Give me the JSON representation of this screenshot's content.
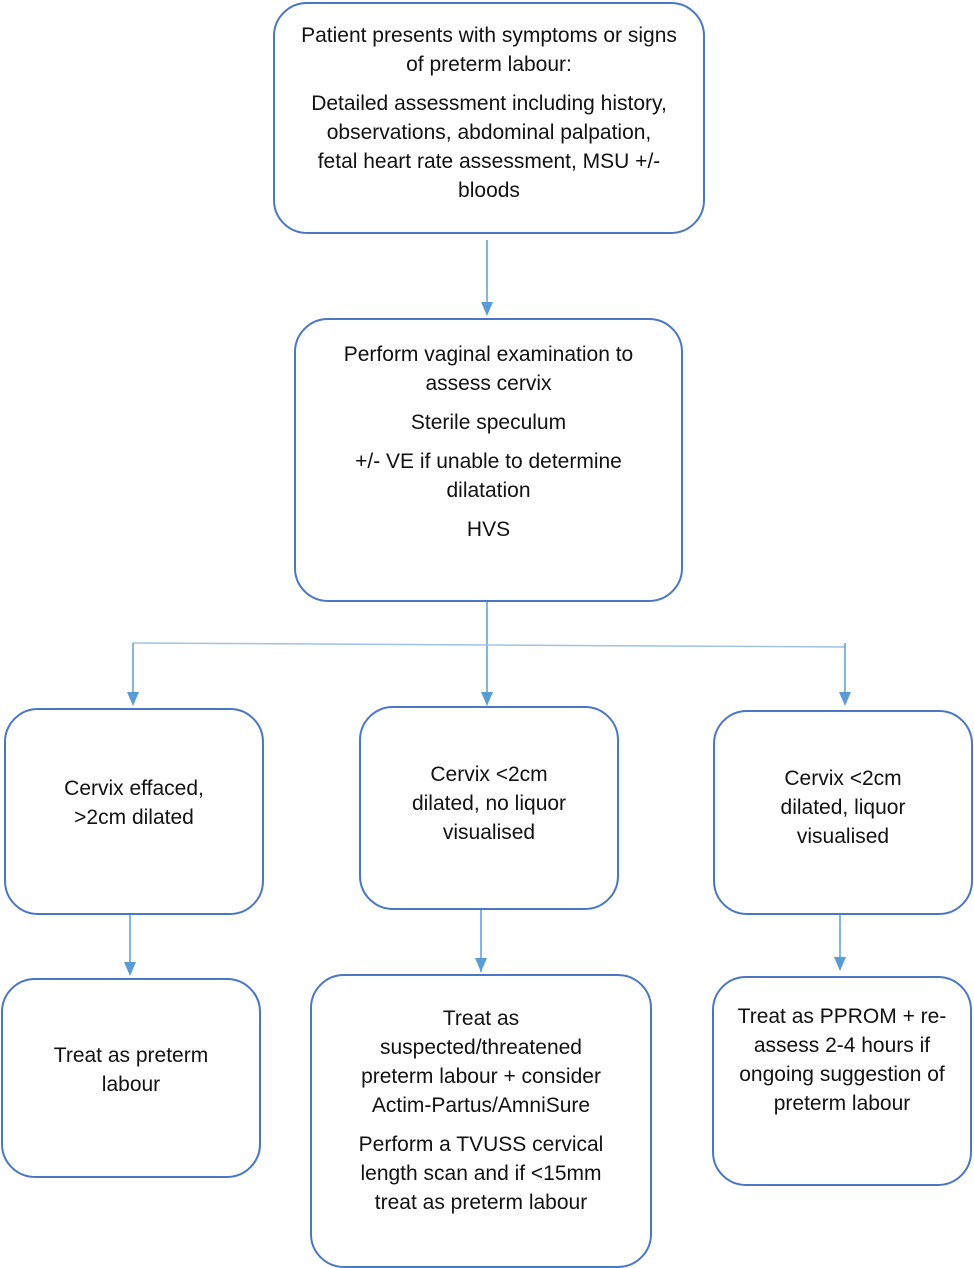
{
  "colors": {
    "box_border": "#4a77c4",
    "connector": "#5b9bd5",
    "text": "#111111",
    "background": "#ffffff"
  },
  "nodes": {
    "start": {
      "paragraphs": [
        "Patient presents with symptoms or signs of preterm labour:",
        "Detailed assessment including history, observations, abdominal palpation, fetal heart rate assessment, MSU +/- bloods"
      ]
    },
    "exam": {
      "paragraphs": [
        "Perform vaginal examination to assess cervix",
        "Sterile speculum",
        "+/- VE if unable to determine dilatation",
        "HVS"
      ]
    },
    "left_condition": {
      "paragraphs": [
        "Cervix effaced, >2cm dilated"
      ]
    },
    "middle_condition": {
      "paragraphs": [
        "Cervix <2cm dilated, no liquor visualised"
      ]
    },
    "right_condition": {
      "paragraphs": [
        "Cervix <2cm dilated, liquor visualised"
      ]
    },
    "left_action": {
      "paragraphs": [
        "Treat as preterm labour"
      ]
    },
    "middle_action": {
      "paragraphs": [
        "Treat as suspected/threatened preterm labour + consider Actim-Partus/AmniSure",
        "Perform a TVUSS cervical length scan and if <15mm treat as preterm labour"
      ]
    },
    "right_action": {
      "paragraphs": [
        "Treat as PPROM + re-assess 2-4 hours if ongoing suggestion of preterm labour"
      ]
    }
  },
  "edges": [
    {
      "from": "start",
      "to": "exam"
    },
    {
      "from": "exam",
      "to": "left_condition"
    },
    {
      "from": "exam",
      "to": "middle_condition"
    },
    {
      "from": "exam",
      "to": "right_condition"
    },
    {
      "from": "left_condition",
      "to": "left_action"
    },
    {
      "from": "middle_condition",
      "to": "middle_action"
    },
    {
      "from": "right_condition",
      "to": "right_action"
    }
  ]
}
